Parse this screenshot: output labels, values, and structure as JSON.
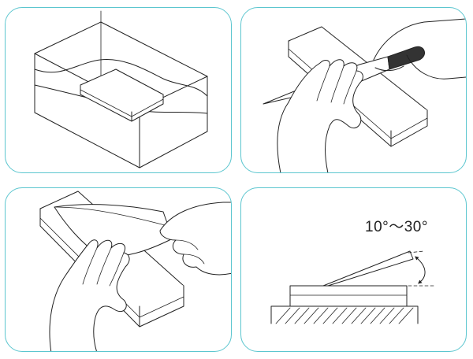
{
  "steps": [
    {
      "illustration": "whetstone-soaking-in-water-tank"
    },
    {
      "illustration": "knife-stroking-across-whetstone"
    },
    {
      "illustration": "knife-blade-pressed-on-whetstone"
    },
    {
      "illustration": "sharpening-angle-diagram",
      "angle_label": "10°～30°"
    }
  ],
  "colors": {
    "panel_border": "#5cc6cf",
    "line": "#222222",
    "handle": "#333333"
  }
}
